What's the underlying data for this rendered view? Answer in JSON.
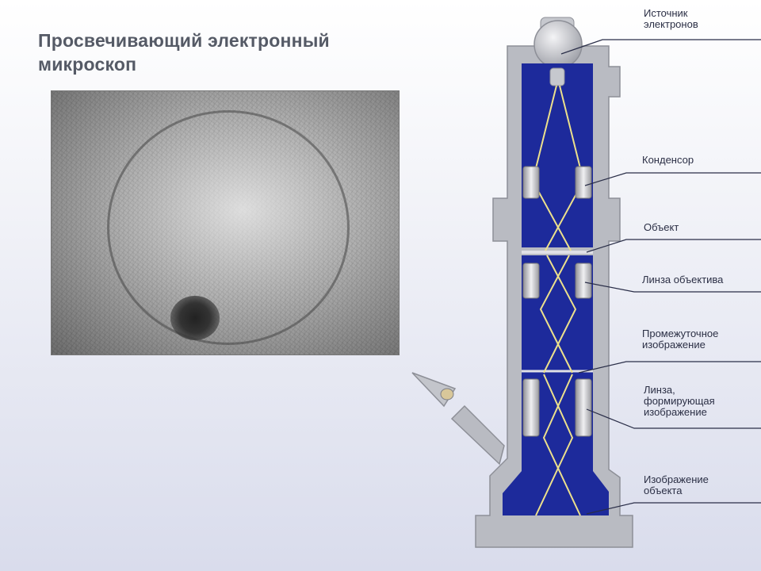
{
  "title": "Просвечивающий электронный микроскоп",
  "labels": {
    "source": "Источник электронов",
    "condenser": "Конденсор",
    "object": "Объект",
    "objective_lens": "Линза объектива",
    "intermediate_image": "Промежуточное изображение",
    "projector_lens": "Линза, формирующая изображение",
    "object_image": "Изображение объекта"
  },
  "colors": {
    "column": "#b9bbc2",
    "column_stroke": "#8d8f97",
    "chamber": "#1d2a9b",
    "lens": "#c9c9cc",
    "beam": "#ece08c",
    "leader": "#2a2e48"
  }
}
